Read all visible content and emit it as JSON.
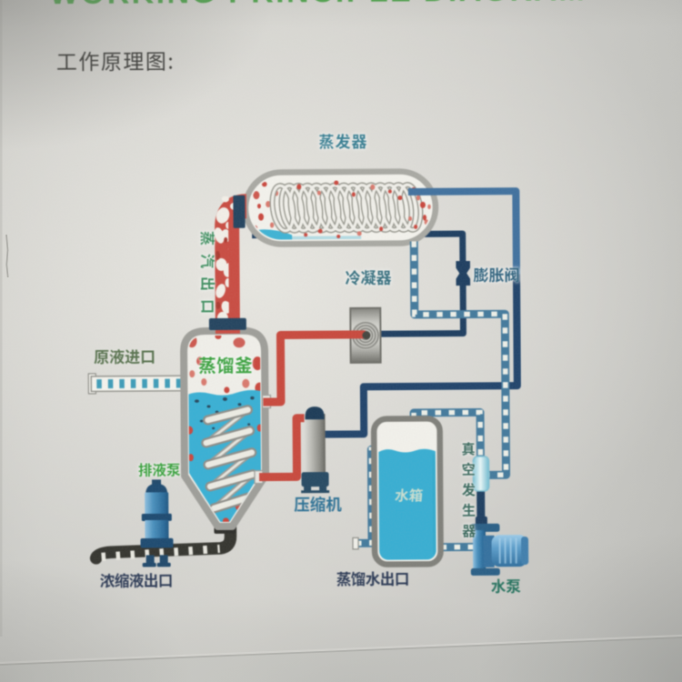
{
  "page": {
    "title_en": "WORKING PRINCIPLE DIAGRAM",
    "title_zh": "工作原理图:"
  },
  "labels": {
    "evaporator": "蒸发器",
    "steam_outlet": "蒸汽出口",
    "raw_liquid_inlet": "原液进口",
    "distillation_kettle": "蒸馏釜",
    "drain_pump": "排液泵",
    "concentrate_outlet": "浓缩液出口",
    "condenser": "冷凝器",
    "expansion_valve": "膨胀阀",
    "compressor": "压缩机",
    "water_tank": "水箱",
    "vacuum_generator": "真空发生器",
    "distilled_water_outlet": "蒸馏水出口",
    "water_pump": "水泵"
  },
  "colors": {
    "title_green": "#4ba348",
    "label_green": "#3aa13e",
    "label_navy": "#2c3a55",
    "label_teal_blue": "#2d7195",
    "label_teal_green": "#27735f",
    "pipe_red": "#ce5147",
    "pipe_navy": "#1e3e60",
    "pipe_steel_blue": "#3f6f9c",
    "pipe_dashed_teal": "#4d87a6",
    "liquid_cyan": "#3cb5d8"
  }
}
